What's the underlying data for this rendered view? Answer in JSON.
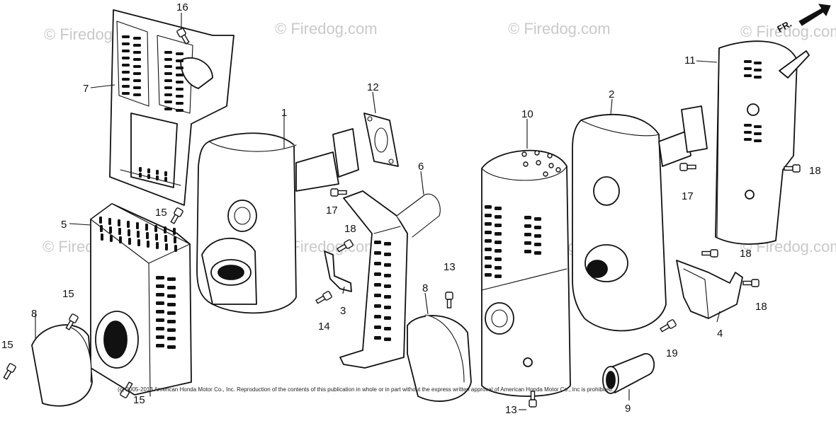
{
  "watermark": "© Firedog.com",
  "fr_label": "FR.",
  "copyright": "(c) 2005-2013 American Honda Motor Co., Inc. Reproduction of the contents of this publication in whole or in part without the express written approval of American Honda Motor Co., Inc is prohibited.",
  "callouts": [
    "16",
    "7",
    "12",
    "10",
    "2",
    "11",
    "1",
    "6",
    "18",
    "17",
    "17",
    "5",
    "15",
    "18",
    "13",
    "15",
    "14",
    "3",
    "8",
    "8",
    "18",
    "18",
    "4",
    "19",
    "15",
    "15",
    "13",
    "9"
  ]
}
